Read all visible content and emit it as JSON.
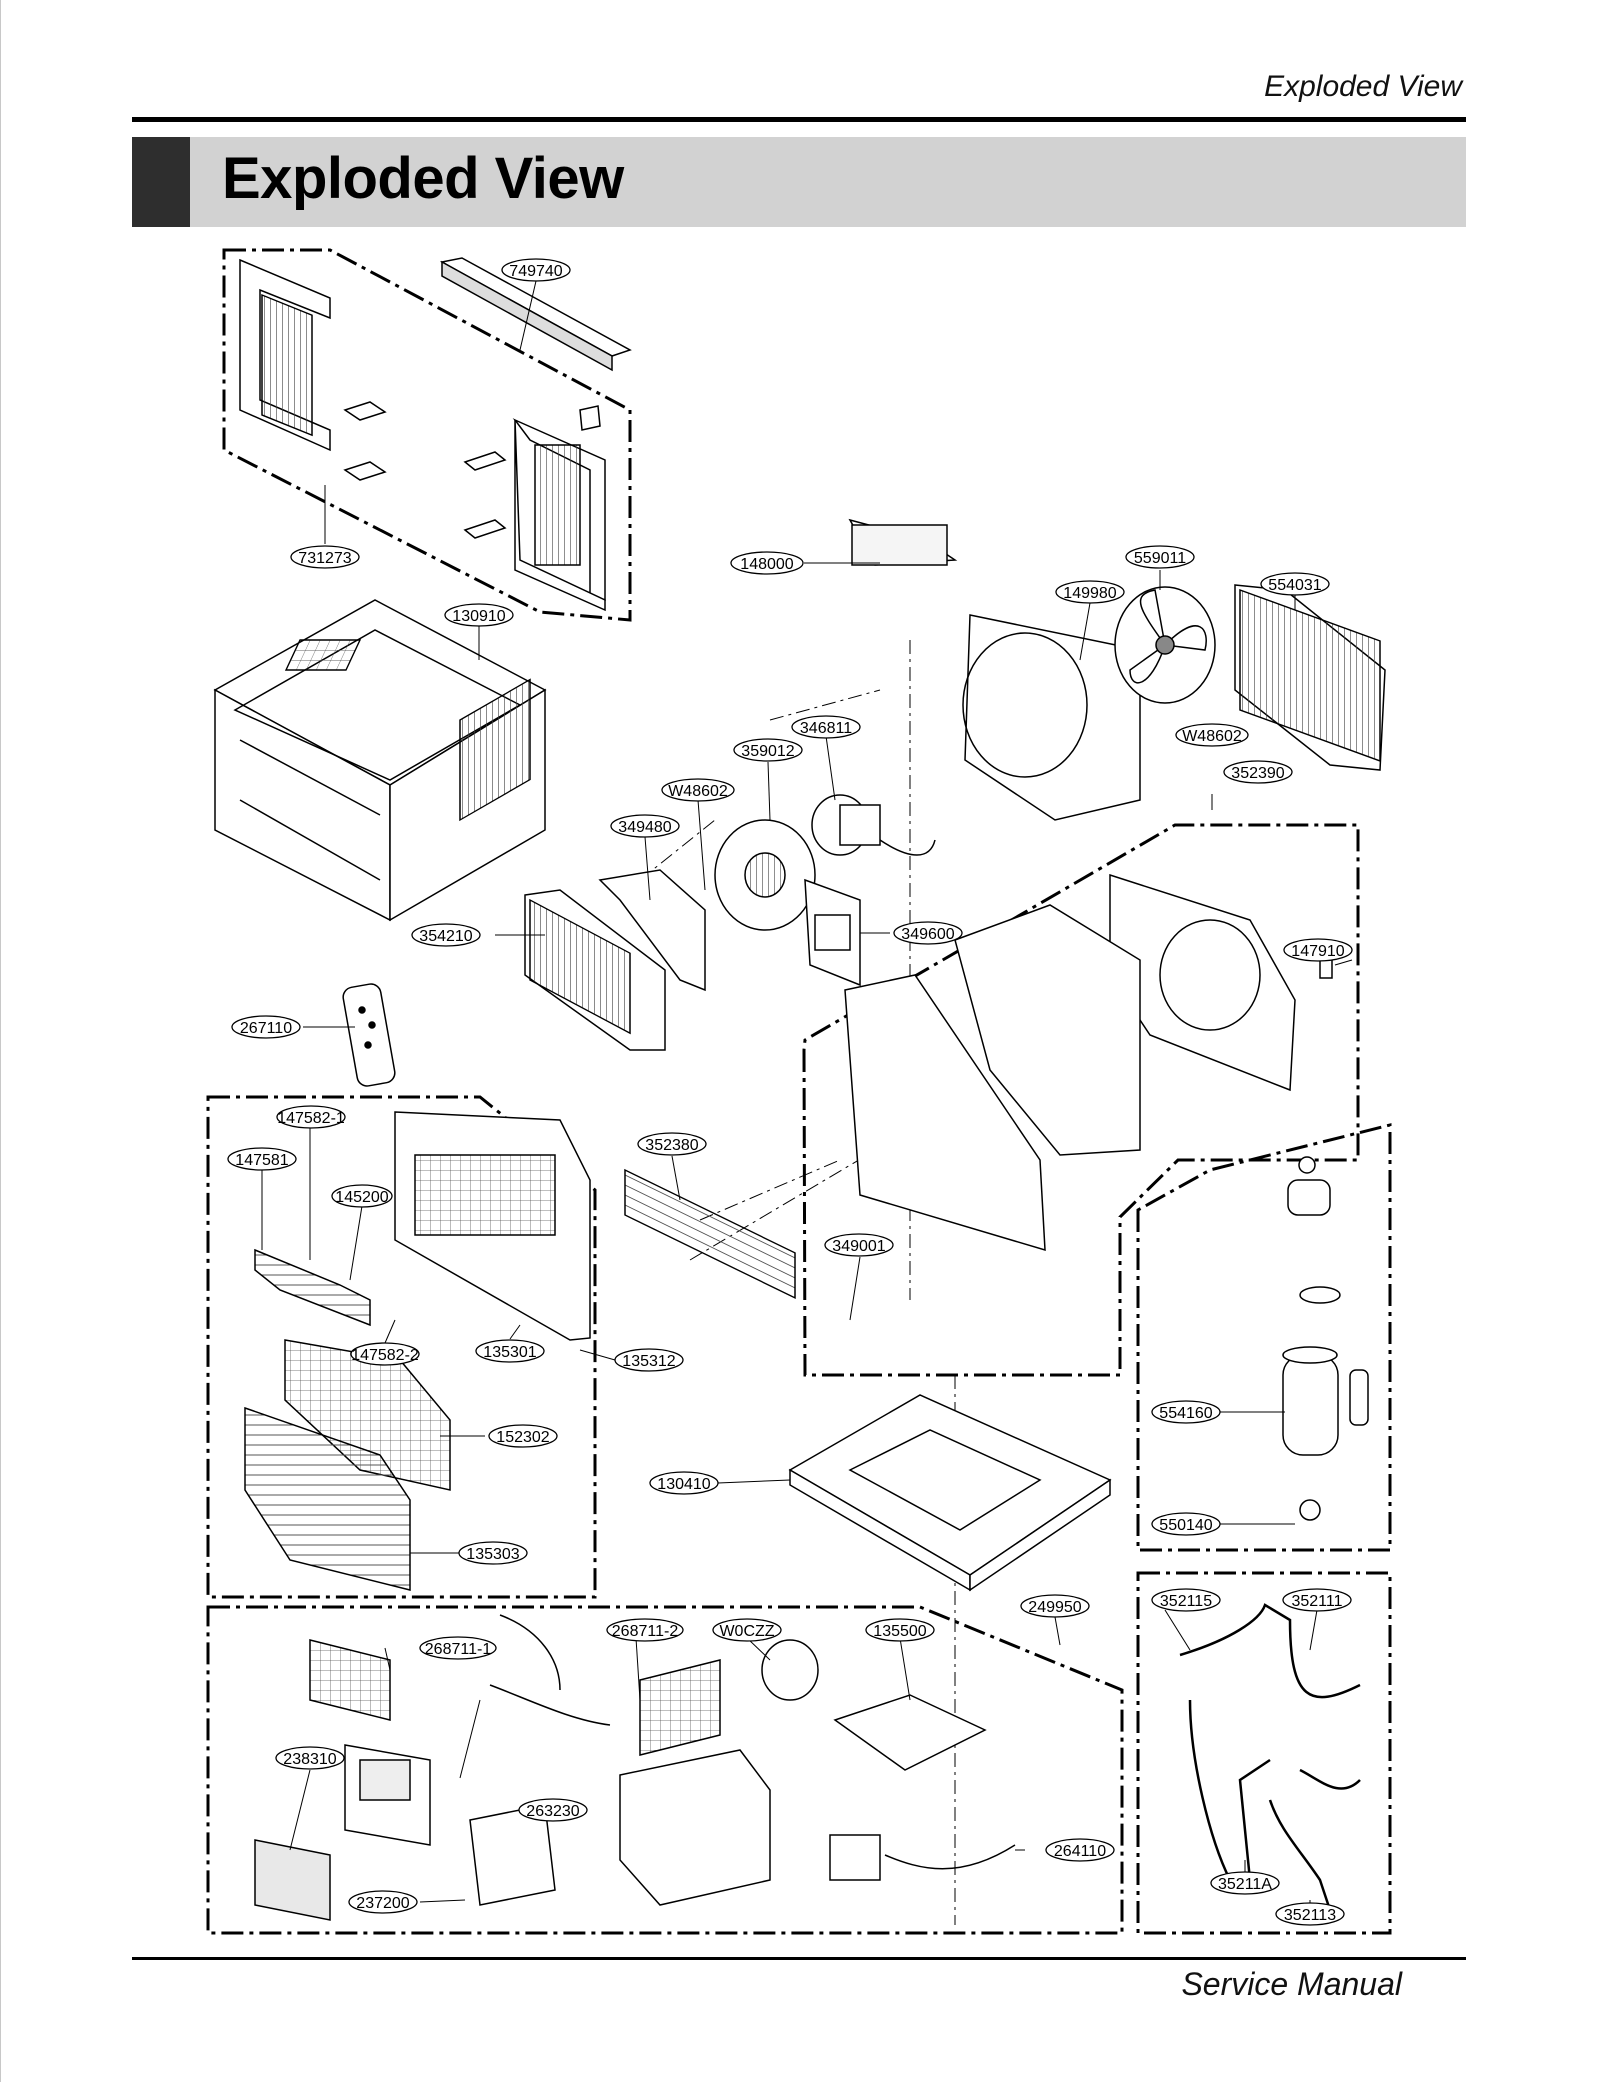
{
  "header": {
    "section": "Exploded View"
  },
  "title": {
    "text": "Exploded View"
  },
  "footer": {
    "text": "Service Manual"
  },
  "labels": {
    "p749740": "749740",
    "p731273": "731273",
    "p148000": "148000",
    "p559011": "559011",
    "p149980": "149980",
    "p554031": "554031",
    "p130910": "130910",
    "p346811": "346811",
    "p359012": "359012",
    "pW48602a": "W48602",
    "pW48602b": "W48602",
    "p352390": "352390",
    "p349480": "349480",
    "p349600": "349600",
    "p147910": "147910",
    "p354210": "354210",
    "p267110": "267110",
    "p147582_1": "147582-1",
    "p147581": "147581",
    "p145200": "145200",
    "p352380": "352380",
    "p349001": "349001",
    "p147582_2": "147582-2",
    "p135301": "135301",
    "p135312": "135312",
    "p152302": "152302",
    "p130410": "130410",
    "p554160": "554160",
    "p550140": "550140",
    "p135303": "135303",
    "p249950": "249950",
    "p268711_1": "268711-1",
    "p268711_2": "268711-2",
    "pW0CZZ": "W0CZZ",
    "p135500": "135500",
    "p238310": "238310",
    "p263230": "263230",
    "p237200": "237200",
    "p264110": "264110",
    "p352115": "352115",
    "p352111": "352111",
    "p35211A": "35211A",
    "p352113": "352113"
  }
}
